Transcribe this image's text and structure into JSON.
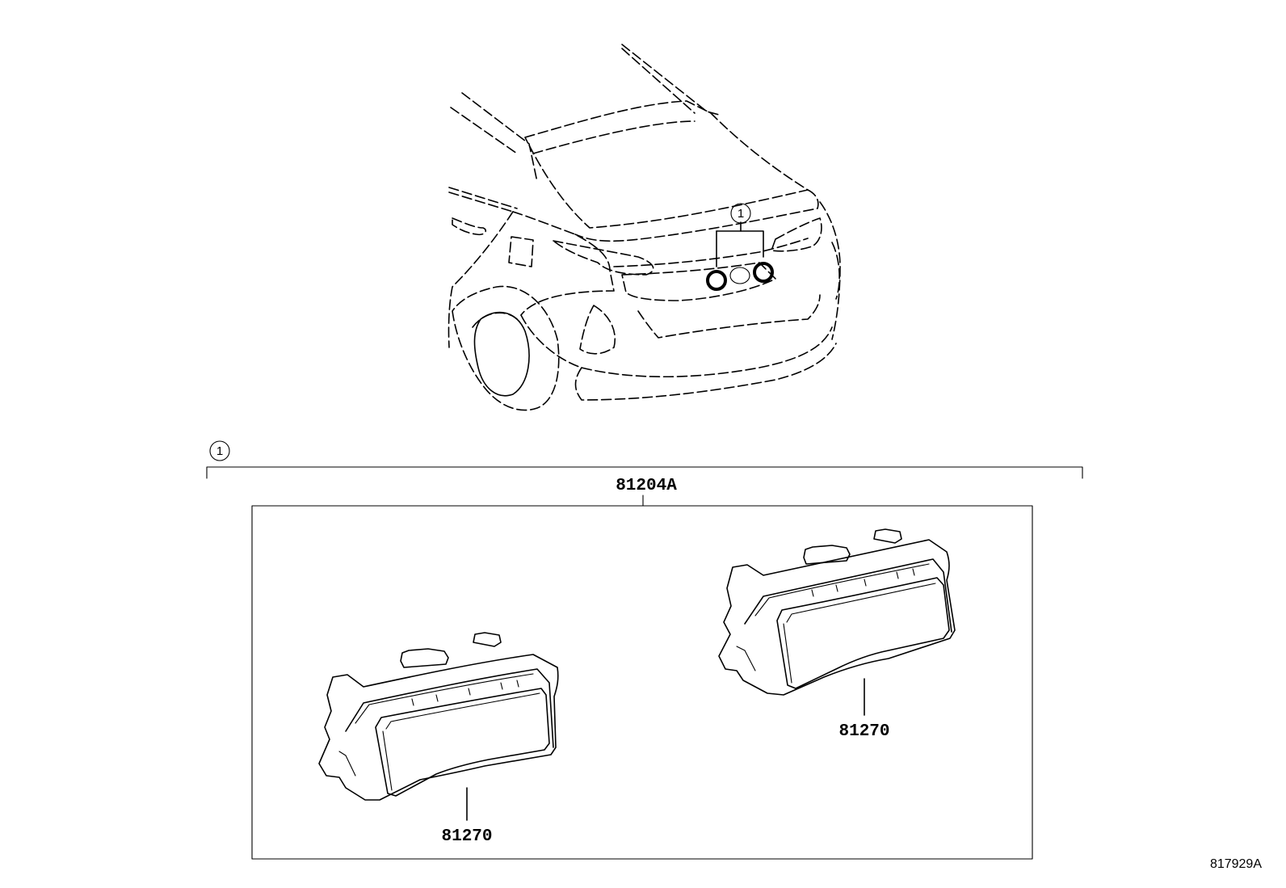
{
  "diagram": {
    "callout_marker": "1",
    "assembly_part_number": "81204A",
    "component_left_part_number": "81270",
    "component_right_part_number": "81270",
    "drawing_reference": "817929A"
  }
}
